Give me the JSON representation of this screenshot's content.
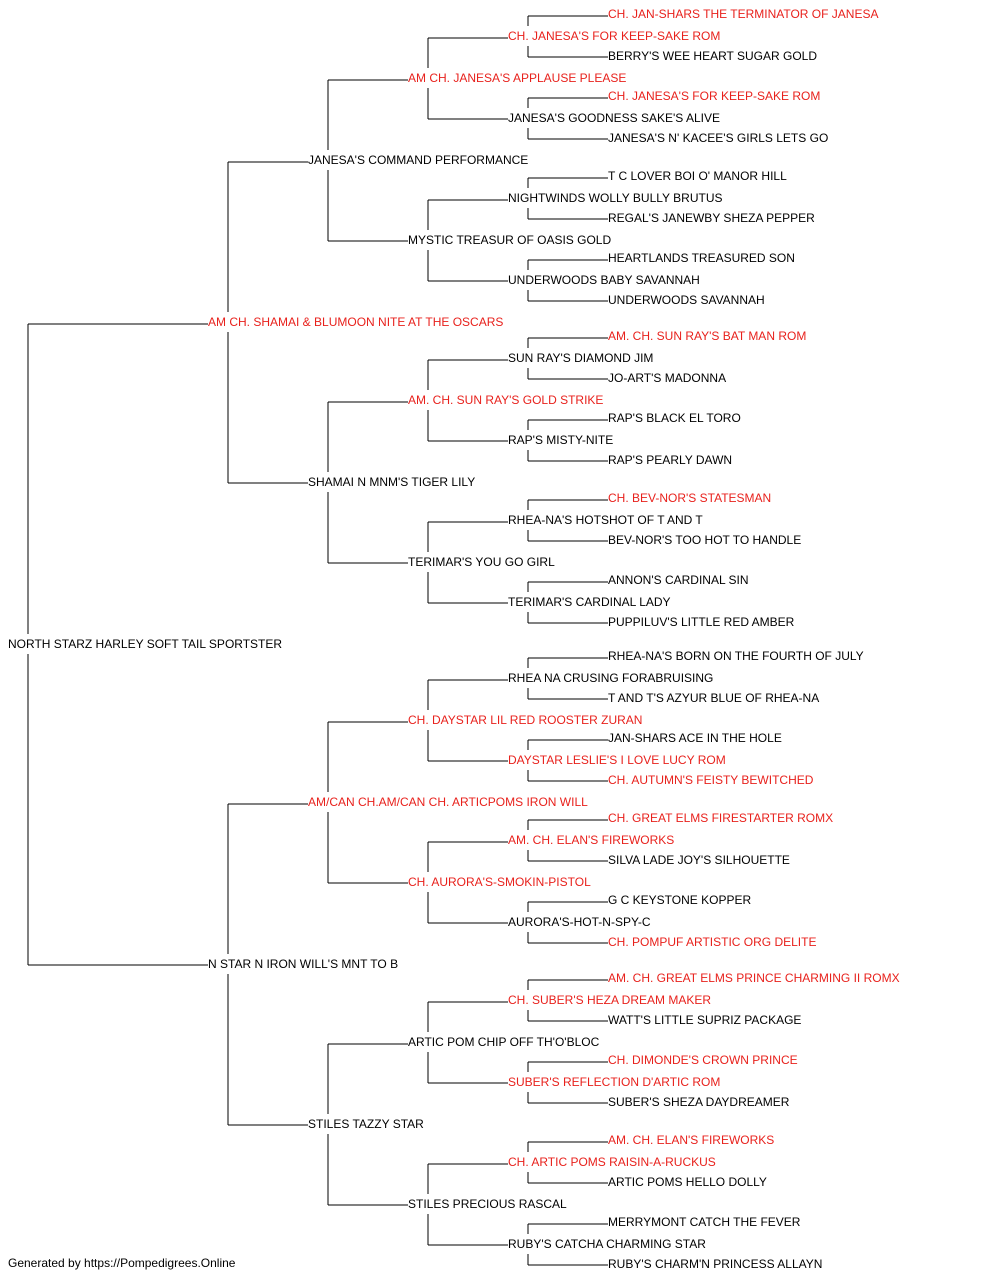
{
  "colors": {
    "champion": "#e8211c",
    "normal": "#000000",
    "line": "#000000"
  },
  "footer": "Generated by https://Pompedigrees.Online",
  "pedigree": {
    "name": "NORTH STARZ HARLEY SOFT TAIL SPORTSTER",
    "champion": false,
    "sire": {
      "name": "AM CH. SHAMAI & BLUMOON NITE AT THE OSCARS",
      "champion": true,
      "sire": {
        "name": "JANESA'S COMMAND PERFORMANCE",
        "champion": false,
        "sire": {
          "name": "AM CH. JANESA'S APPLAUSE PLEASE",
          "champion": true,
          "sire": {
            "name": "CH. JANESA'S FOR KEEP-SAKE ROM",
            "champion": true,
            "sire": {
              "name": "CH. JAN-SHARS THE TERMINATOR OF JANESA",
              "champion": true
            },
            "dam": {
              "name": "BERRY'S WEE HEART SUGAR GOLD",
              "champion": false
            }
          },
          "dam": {
            "name": "JANESA'S GOODNESS SAKE'S ALIVE",
            "champion": false,
            "sire": {
              "name": "CH. JANESA'S FOR KEEP-SAKE ROM",
              "champion": true
            },
            "dam": {
              "name": "JANESA'S N' KACEE'S GIRLS LETS GO",
              "champion": false
            }
          }
        },
        "dam": {
          "name": "MYSTIC TREASUR OF OASIS GOLD",
          "champion": false,
          "sire": {
            "name": "NIGHTWINDS WOLLY BULLY BRUTUS",
            "champion": false,
            "sire": {
              "name": "T C LOVER BOI O' MANOR HILL",
              "champion": false
            },
            "dam": {
              "name": "REGAL'S JANEWBY SHEZA PEPPER",
              "champion": false
            }
          },
          "dam": {
            "name": "UNDERWOODS BABY SAVANNAH",
            "champion": false,
            "sire": {
              "name": "HEARTLANDS TREASURED SON",
              "champion": false
            },
            "dam": {
              "name": "UNDERWOODS SAVANNAH",
              "champion": false
            }
          }
        }
      },
      "dam": {
        "name": "SHAMAI N MNM'S TIGER LILY",
        "champion": false,
        "sire": {
          "name": "AM. CH. SUN RAY'S GOLD STRIKE",
          "champion": true,
          "sire": {
            "name": "SUN RAY'S DIAMOND JIM",
            "champion": false,
            "sire": {
              "name": "AM. CH. SUN RAY'S BAT MAN ROM",
              "champion": true
            },
            "dam": {
              "name": "JO-ART'S MADONNA",
              "champion": false
            }
          },
          "dam": {
            "name": "RAP'S MISTY-NITE",
            "champion": false,
            "sire": {
              "name": "RAP'S BLACK EL TORO",
              "champion": false
            },
            "dam": {
              "name": "RAP'S PEARLY DAWN",
              "champion": false
            }
          }
        },
        "dam": {
          "name": "TERIMAR'S YOU GO GIRL",
          "champion": false,
          "sire": {
            "name": "RHEA-NA'S HOTSHOT OF T AND T",
            "champion": false,
            "sire": {
              "name": "CH. BEV-NOR'S STATESMAN",
              "champion": true
            },
            "dam": {
              "name": "BEV-NOR'S TOO HOT TO HANDLE",
              "champion": false
            }
          },
          "dam": {
            "name": "TERIMAR'S CARDINAL LADY",
            "champion": false,
            "sire": {
              "name": "ANNON'S CARDINAL SIN",
              "champion": false
            },
            "dam": {
              "name": "PUPPILUV'S LITTLE RED AMBER",
              "champion": false
            }
          }
        }
      }
    },
    "dam": {
      "name": "N STAR N IRON WILL'S MNT TO B",
      "champion": false,
      "sire": {
        "name": "AM/CAN CH.AM/CAN CH. ARTICPOMS IRON WILL",
        "champion": true,
        "sire": {
          "name": "CH. DAYSTAR LIL RED ROOSTER ZURAN",
          "champion": true,
          "sire": {
            "name": "RHEA NA CRUSING FORABRUISING",
            "champion": false,
            "sire": {
              "name": "RHEA-NA'S BORN ON THE FOURTH OF JULY",
              "champion": false
            },
            "dam": {
              "name": "T AND T'S AZYUR BLUE OF RHEA-NA",
              "champion": false
            }
          },
          "dam": {
            "name": "DAYSTAR LESLIE'S I LOVE LUCY ROM",
            "champion": true,
            "sire": {
              "name": "JAN-SHARS ACE IN THE HOLE",
              "champion": false
            },
            "dam": {
              "name": "CH. AUTUMN'S FEISTY BEWITCHED",
              "champion": true
            }
          }
        },
        "dam": {
          "name": "CH. AURORA'S-SMOKIN-PISTOL",
          "champion": true,
          "sire": {
            "name": "AM. CH. ELAN'S FIREWORKS",
            "champion": true,
            "sire": {
              "name": "CH. GREAT ELMS FIRESTARTER ROMX",
              "champion": true
            },
            "dam": {
              "name": "SILVA LADE JOY'S SILHOUETTE",
              "champion": false
            }
          },
          "dam": {
            "name": "AURORA'S-HOT-N-SPY-C",
            "champion": false,
            "sire": {
              "name": "G C KEYSTONE KOPPER",
              "champion": false
            },
            "dam": {
              "name": "CH. POMPUF ARTISTIC ORG DELITE",
              "champion": true
            }
          }
        }
      },
      "dam": {
        "name": "STILES TAZZY STAR",
        "champion": false,
        "sire": {
          "name": "ARTIC POM CHIP OFF TH'O'BLOC",
          "champion": false,
          "sire": {
            "name": "CH. SUBER'S HEZA DREAM MAKER",
            "champion": true,
            "sire": {
              "name": "AM. CH. GREAT ELMS PRINCE CHARMING II ROMX",
              "champion": true
            },
            "dam": {
              "name": "WATT'S LITTLE SUPRIZ PACKAGE",
              "champion": false
            }
          },
          "dam": {
            "name": "SUBER'S REFLECTION D'ARTIC ROM",
            "champion": true,
            "sire": {
              "name": "CH. DIMONDE'S CROWN PRINCE",
              "champion": true
            },
            "dam": {
              "name": "SUBER'S SHEZA DAYDREAMER",
              "champion": false
            }
          }
        },
        "dam": {
          "name": "STILES PRECIOUS RASCAL",
          "champion": false,
          "sire": {
            "name": "CH. ARTIC POMS RAISIN-A-RUCKUS",
            "champion": true,
            "sire": {
              "name": "AM. CH. ELAN'S FIREWORKS",
              "champion": true
            },
            "dam": {
              "name": "ARTIC POMS HELLO DOLLY",
              "champion": false
            }
          },
          "dam": {
            "name": "RUBY'S CATCHA CHARMING STAR",
            "champion": false,
            "sire": {
              "name": "MERRYMONT CATCH THE FEVER",
              "champion": false
            },
            "dam": {
              "name": "RUBY'S CHARM'N PRINCESS ALLAYN",
              "champion": false
            }
          }
        }
      }
    }
  }
}
